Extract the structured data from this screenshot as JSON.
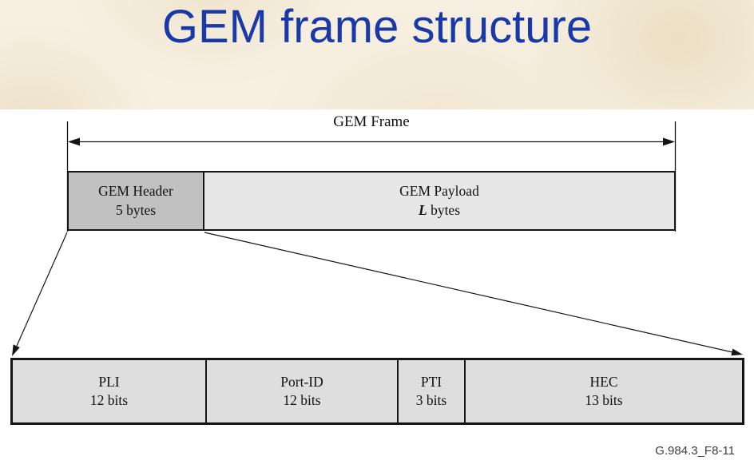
{
  "title": "GEM frame structure",
  "caption": "G.984.3_F8-11",
  "colors": {
    "title_blue": "#1a39a8",
    "band_cream": "#f7f0e2",
    "header_cell_gray": "#c1c1c1",
    "payload_cell_gray": "#e7e7e7",
    "field_cell_gray": "#dedede",
    "line_black": "#151515",
    "caption_gray": "#3d3d3d"
  },
  "diagram": {
    "frame_label": "GEM Frame",
    "top_box": {
      "header": {
        "name": "GEM Header",
        "size": "5 bytes"
      },
      "payload": {
        "name": "GEM Payload",
        "size_italic": "L",
        "size_suffix": " bytes"
      }
    },
    "header_fields": [
      {
        "name": "PLI",
        "size": "12 bits"
      },
      {
        "name": "Port-ID",
        "size": "12 bits"
      },
      {
        "name": "PTI",
        "size": "3 bits"
      },
      {
        "name": "HEC",
        "size": "13 bits"
      }
    ]
  }
}
